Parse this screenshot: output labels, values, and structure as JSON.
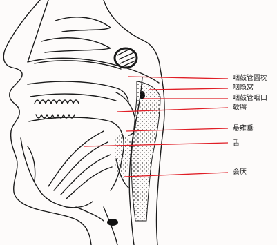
{
  "labels": {
    "torus_tubarius": "咽鼓管圆枕",
    "pharyngeal_recess": "咽隐窝",
    "tube_opening": "咽鼓管咽口",
    "soft_palate": "软腭",
    "uvula": "悬雍垂",
    "tongue": "舌",
    "epiglottis": "会厌"
  },
  "colors": {
    "leader_line": "#e01e26",
    "outline": "#1a1a1a",
    "background": "#fdfbfa"
  }
}
